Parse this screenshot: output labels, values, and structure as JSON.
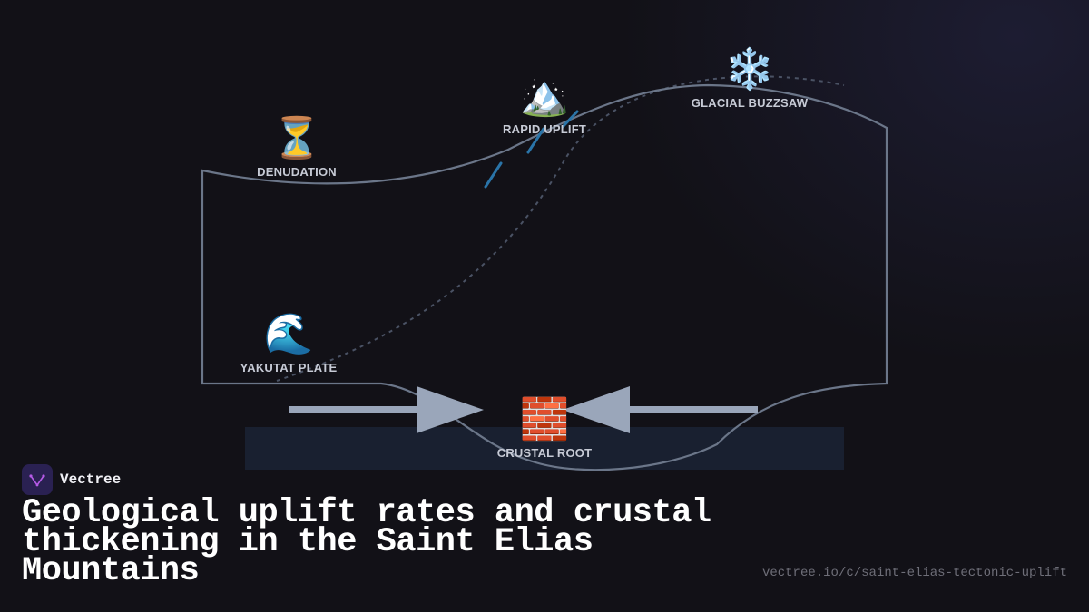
{
  "diagram": {
    "nodes": {
      "denudation": {
        "emoji": "⏳",
        "icon": "hourglass-icon",
        "label": "DENUDATION"
      },
      "rapid_uplift": {
        "emoji": "🏔️",
        "icon": "mountain-icon",
        "label": "RAPID UPLIFT"
      },
      "glacial_buzzsaw": {
        "emoji": "❄️",
        "icon": "snowflake-icon",
        "label": "GLACIAL BUZZSAW"
      },
      "yakutat_plate": {
        "emoji": "🌊",
        "icon": "wave-icon",
        "label": "YAKUTAT PLATE"
      },
      "crustal_root": {
        "emoji": "🧱",
        "icon": "brick-icon",
        "label": "CRUSTAL ROOT"
      }
    },
    "colors": {
      "outline": "#6b7689",
      "arrow": "#9aa6ba",
      "fault": "#2a74a8",
      "dashed": "#4a5264",
      "root_band": "#192030"
    }
  },
  "brand": {
    "name": "Vectree",
    "logo_color": "#2a2152",
    "accent": "#b65be8"
  },
  "title": "Geological uplift rates and crustal thickening in the Saint Elias Mountains",
  "url": "vectree.io/c/saint-elias-tectonic-uplift"
}
